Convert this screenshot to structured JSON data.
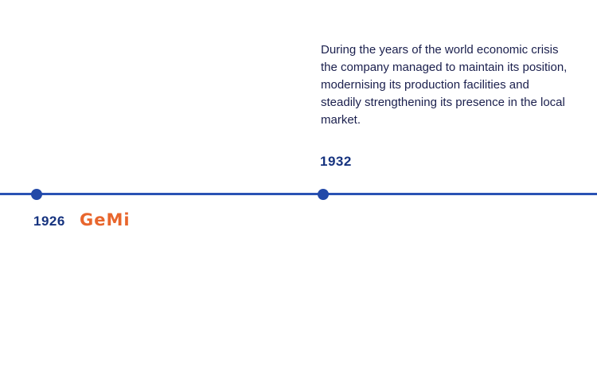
{
  "colors": {
    "background": "#ffffff",
    "timeline_line": "#2a52b4",
    "timeline_dot": "#2349a8",
    "year_text": "#16337f",
    "body_text": "#1a1f4d",
    "logo_orange": "#e8662d"
  },
  "timeline": {
    "events": [
      {
        "year": "1926",
        "logo_text": "GeMi"
      },
      {
        "year": "1932",
        "description": "During the years of the world economic crisis the company managed to maintain its position, modernising its production facilities and steadily strengthening its presence in the local market."
      }
    ]
  }
}
